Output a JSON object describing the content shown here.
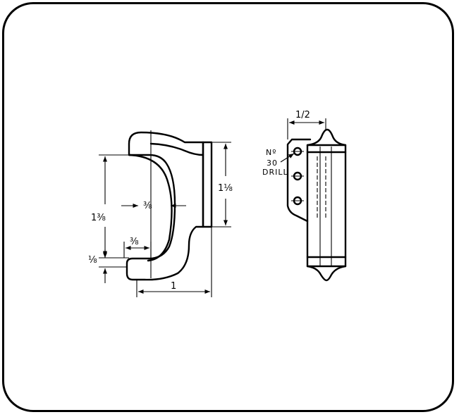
{
  "front_view": {
    "dim_overall_height": "1⅜",
    "dim_bar_width": "⅜",
    "dim_gap": "⅜",
    "dim_flange_thickness": "⅛",
    "dim_plate_height": "1⅛",
    "dim_depth": "1"
  },
  "side_view": {
    "dim_width": "1/2",
    "drill_note_line1": "Nº",
    "drill_note_line2": "30",
    "drill_note_line3": "DRILL"
  }
}
